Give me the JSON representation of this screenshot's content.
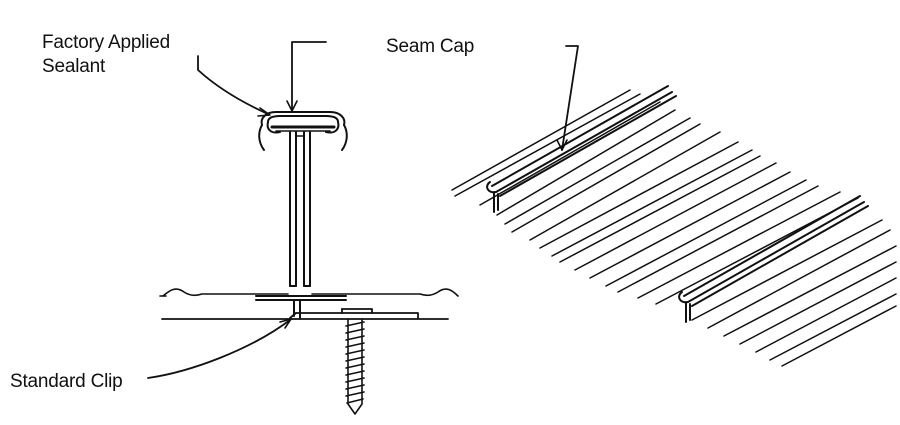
{
  "labels": {
    "factory_applied_sealant_line1": "Factory Applied",
    "factory_applied_sealant_line2": "Sealant",
    "seam_cap": "Seam Cap",
    "standard_clip": "Standard Clip"
  },
  "colors": {
    "line": "#111111",
    "background": "#ffffff"
  }
}
